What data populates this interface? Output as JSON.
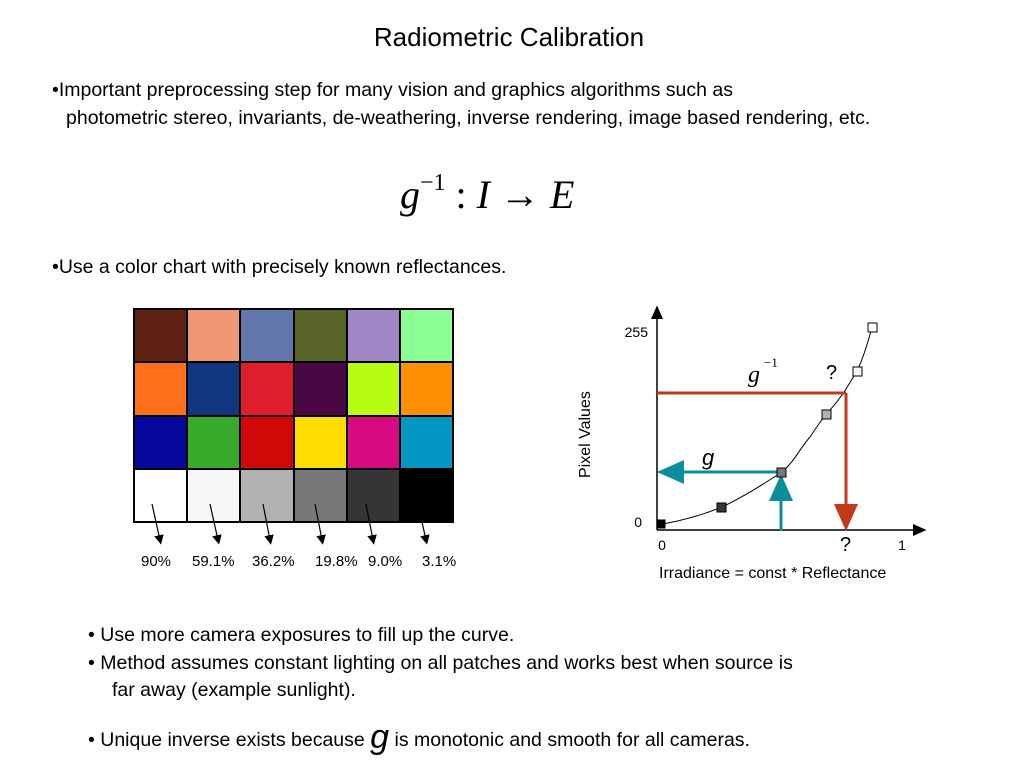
{
  "title": "Radiometric Calibration",
  "intro": {
    "line1": "•Important preprocessing step for many vision and graphics algorithms such as",
    "line2": "photometric stereo, invariants, de-weathering, inverse rendering, image based rendering, etc."
  },
  "formula": {
    "g": "g",
    "exp": "−1",
    "colon": " : ",
    "I": "I",
    "arrow": " → ",
    "E": "E"
  },
  "color_chart_text": "•Use a color chart with precisely known reflectances.",
  "color_chart": {
    "patches": [
      "#5e2112",
      "#f09873",
      "#6277ac",
      "#586428",
      "#a287c6",
      "#8cff94",
      "#fe7019",
      "#0f367e",
      "#e01d2c",
      "#490745",
      "#b8fc11",
      "#ff9004",
      "#06089c",
      "#38aa2b",
      "#d20707",
      "#ffdd00",
      "#d70a80",
      "#0597c4",
      "#ffffff",
      "#f7f7f7",
      "#b2b2b2",
      "#777777",
      "#353535",
      "#000000"
    ],
    "reflectances": [
      "90%",
      "59.1%",
      "36.2%",
      "19.8%",
      "9.0%",
      "3.1%"
    ]
  },
  "plot": {
    "ylabel": "Pixel Values",
    "xlabel": "Irradiance = const * Reflectance",
    "y_max_label": "255",
    "y_min_label": "0",
    "x_min_label": "0",
    "x_max_label": "1",
    "g_inverse_label": "g",
    "g_inverse_exp": "−1",
    "g_label": "g",
    "question_top": "?",
    "question_bottom": "?",
    "colors": {
      "red": "#c0391b",
      "teal": "#0b8e9c"
    }
  },
  "bullets": {
    "b1": "• Use more camera exposures to fill up the curve.",
    "b2": "• Method assumes constant lighting on all patches and works best when source is",
    "b2_cont": "far away (example sunlight).",
    "b3_pre": "• Unique inverse exists because ",
    "b3_g": "g",
    "b3_post": " is monotonic and smooth for all cameras."
  }
}
